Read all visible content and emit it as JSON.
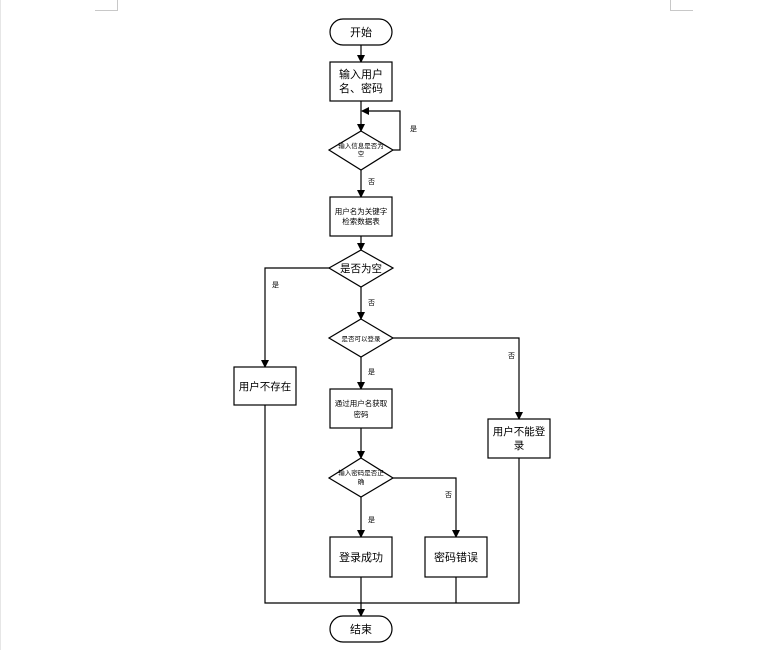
{
  "flowchart": {
    "start": "开始",
    "input_credentials": "输入用户\n名、密码",
    "check_input_empty": "输入信息是否为\n空",
    "loop_yes": "是",
    "no_after_input_check": "否",
    "search_by_username": "用户名为关键字\n检索数据表",
    "is_empty_question": "是否为空",
    "yes_to_not_exist": "是",
    "no_after_empty_check": "否",
    "can_login_question": "是否可以登录",
    "no_to_cannot_login": "否",
    "yes_after_can_login": "是",
    "user_not_exist": "用户不存在",
    "get_password": "通过用户名获取\n密码",
    "cannot_login": "用户不能登\n录",
    "check_password": "输入密码是否正\n确",
    "yes_to_success": "是",
    "no_to_wrong_password": "否",
    "login_success": "登录成功",
    "wrong_password": "密码错误",
    "end": "结束"
  },
  "colors": {
    "stroke": "#000000",
    "text": "#000000",
    "fill": "#ffffff"
  }
}
